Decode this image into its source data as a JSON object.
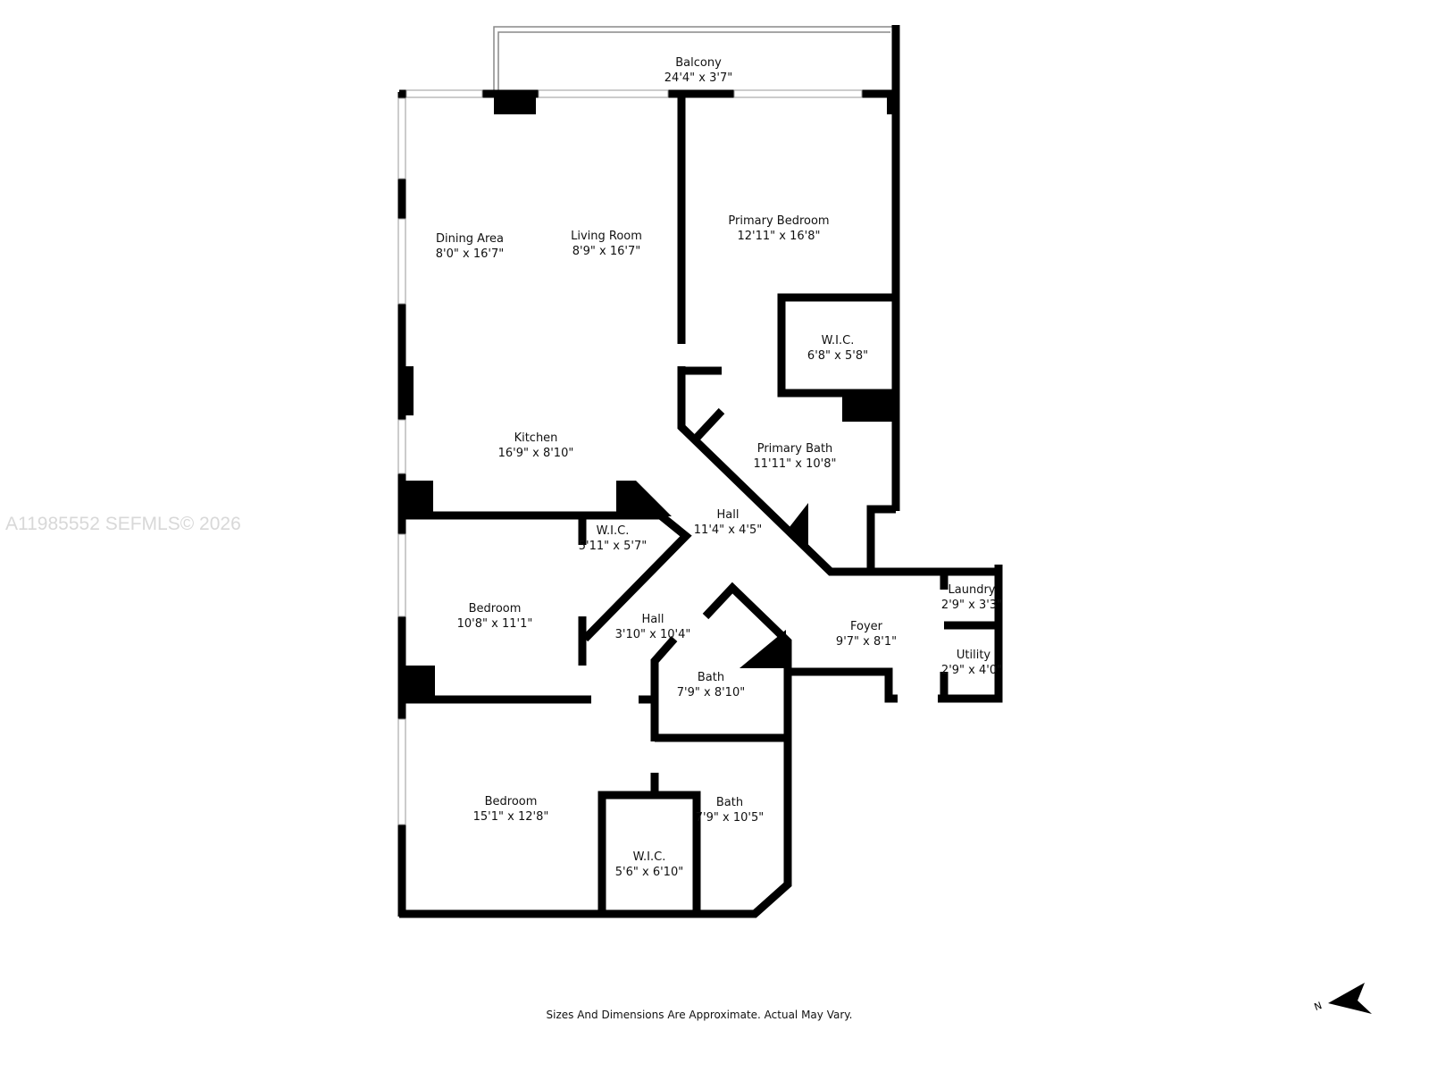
{
  "rooms": [
    {
      "name": "Balcony",
      "dim": "24'4\" x 3'7\""
    },
    {
      "name": "Dining Area",
      "dim": "8'0\" x 16'7\""
    },
    {
      "name": "Living Room",
      "dim": "8'9\" x 16'7\""
    },
    {
      "name": "Primary Bedroom",
      "dim": "12'11\" x 16'8\""
    },
    {
      "name": "W.I.C.",
      "dim": "6'8\" x 5'8\""
    },
    {
      "name": "Kitchen",
      "dim": "16'9\" x 8'10\""
    },
    {
      "name": "Primary Bath",
      "dim": "11'11\" x 10'8\""
    },
    {
      "name": "Hall",
      "dim": "11'4\" x 4'5\""
    },
    {
      "name": "W.I.C.",
      "dim": "5'11\" x 5'7\""
    },
    {
      "name": "Bedroom",
      "dim": "10'8\" x 11'1\""
    },
    {
      "name": "Hall",
      "dim": "3'10\" x 10'4\""
    },
    {
      "name": "Foyer",
      "dim": "9'7\" x 8'1\""
    },
    {
      "name": "Laundry",
      "dim": "2'9\" x 3'3\""
    },
    {
      "name": "Utility",
      "dim": "2'9\" x 4'0\""
    },
    {
      "name": "Bath",
      "dim": "7'9\" x 8'10\""
    },
    {
      "name": "Bedroom",
      "dim": "15'1\" x 12'8\""
    },
    {
      "name": "Bath",
      "dim": "7'9\" x 10'5\""
    },
    {
      "name": "W.I.C.",
      "dim": "5'6\" x 6'10\""
    }
  ],
  "watermark": "A11985552  SEFMLS© 2026",
  "disclaimer": "Sizes And Dimensions Are Approximate. Actual May Vary.",
  "compass": {
    "label": "N",
    "icon": "north-arrow-icon"
  }
}
